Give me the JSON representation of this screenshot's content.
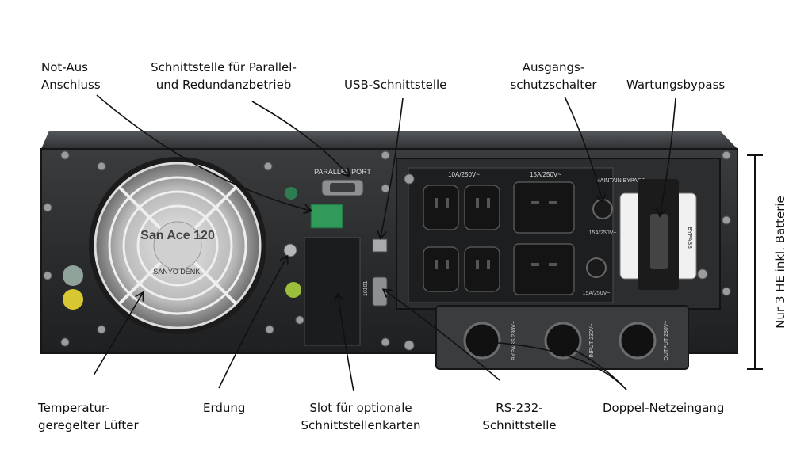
{
  "labels": {
    "not_aus": [
      "Not-Aus",
      "Anschluss"
    ],
    "schnittstelle_parallel": [
      "Schnittstelle für Parallel-",
      "und Redundanzbetrieb"
    ],
    "usb": "USB-Schnittstelle",
    "ausgangsschutz": [
      "Ausgangs-",
      "schutzschalter"
    ],
    "wartungsbypass": "Wartungsbypass",
    "luefter": [
      "Temperatur-",
      "geregelter Lüfter"
    ],
    "erdung": "Erdung",
    "slot": [
      "Slot für optionale",
      "Schnittstellenkarten"
    ],
    "rs232": [
      "RS-232-",
      "Schnittstelle"
    ],
    "netzeingang": "Doppel-Netzeingang",
    "batterie": "Nur 3 HE inkl. Batterie"
  },
  "device_text": {
    "parallel_port": "PARALLEL PORT",
    "rating_10a": "10A/250V~",
    "rating_15a_top": "15A/250V~",
    "maintain_bypass": "MAINTAIN BYPASS",
    "rating_15a_bypass": "15A/250V~",
    "rating_15a_lower": "15A/250V~",
    "bypass_switch": "BYPASS",
    "bypass_input": "BYPASS 230V~",
    "input": "INPUT 230V~",
    "output": "OUTPUT 230V~",
    "fan_brand": "San Ace 120",
    "fan_maker": "SANYO DENKI",
    "rs232_tag": "10101"
  }
}
